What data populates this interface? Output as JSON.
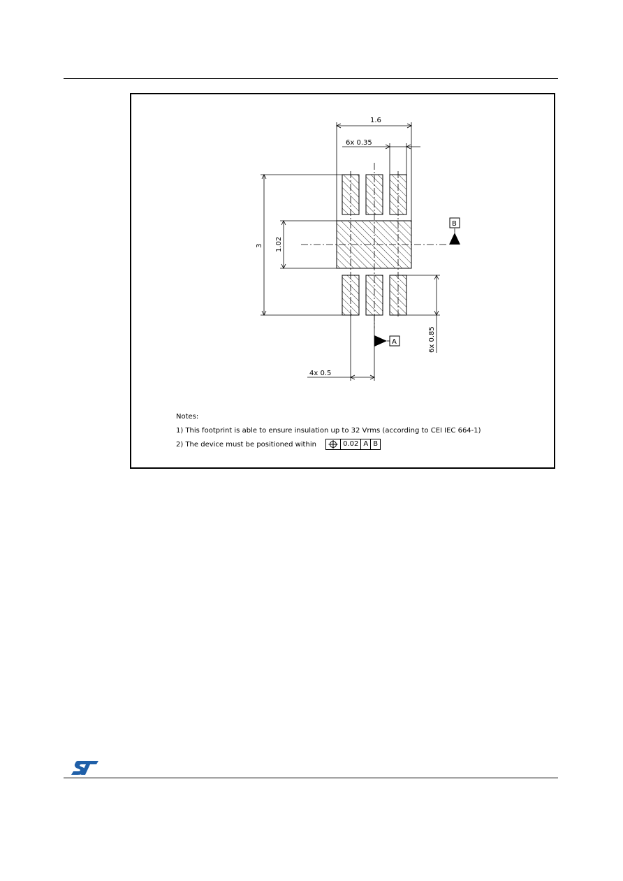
{
  "drawing": {
    "dims": {
      "overall_width": "1.6",
      "pad_width": "6x 0.35",
      "overall_height": "3",
      "center_pad_height": "1.02",
      "pad_height": "6x 0.85",
      "pitch": "4x 0.5"
    },
    "datum_a": "A",
    "datum_b": "B"
  },
  "notes": {
    "heading": "Notes:",
    "note1": "1) This footprint is able to ensure insulation up to 32 Vrms (according to CEI IEC 664-1)",
    "note2": "2) The device must be positioned within",
    "tolerance_frame": {
      "symbol_icon": "position-tolerance-icon",
      "value": "0.02",
      "datum1": "A",
      "datum2": "B"
    }
  },
  "footer": {
    "logo_icon": "st-logo-icon",
    "logo_color": "#1f5fa8"
  }
}
